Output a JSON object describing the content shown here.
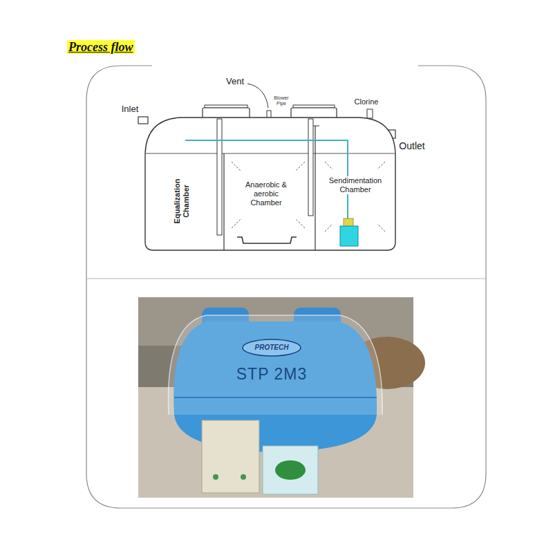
{
  "diagram": {
    "title": "Process flow",
    "nodes": [
      {
        "text": [
          "Equalization Chamber"
        ]
      },
      {
        "text": [
          "Anaerobic & aerobic Chamber"
        ]
      },
      {
        "text": [
          "Sendimentation Chamber"
        ]
      }
    ],
    "labels": [
      "Inlet",
      "Vent",
      "Blower Pipe",
      "Clorine",
      "Outlet",
      "PROTECH",
      "STP 2M3"
    ]
  }
}
